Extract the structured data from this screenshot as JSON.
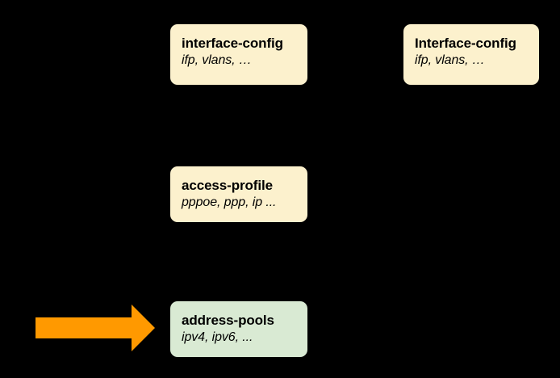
{
  "diagram": {
    "background_color": "#000000",
    "node_fill_cream": "#fcf1cd",
    "node_fill_green": "#d9ead3",
    "text_color": "#000000",
    "arrow_color": "#ff9900",
    "nodes": [
      {
        "id": "interface-config-left",
        "title": "interface-config",
        "subtitle": "ifp, vlans, …"
      },
      {
        "id": "interface-config-right",
        "title": "Interface-config",
        "subtitle": "ifp, vlans, …"
      },
      {
        "id": "access-profile",
        "title": "access-profile",
        "subtitle": "pppoe, ppp, ip ..."
      },
      {
        "id": "address-pools",
        "title": "address-pools",
        "subtitle": "ipv4, ipv6, ..."
      }
    ],
    "annotations": [
      {
        "id": "highlight-arrow",
        "icon": "right-block-arrow-icon",
        "points_to": "address-pools"
      }
    ]
  }
}
